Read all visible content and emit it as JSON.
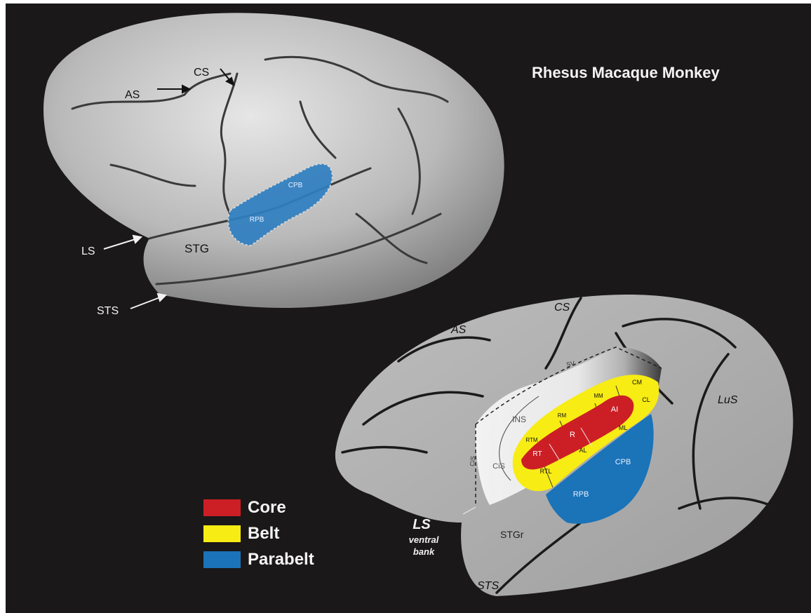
{
  "title": "Rhesus Macaque Monkey",
  "colors": {
    "core": "#cc1f25",
    "belt": "#f7ec13",
    "parabelt": "#1b73b8",
    "background": "#1a1818",
    "surface": "#c9c9c9"
  },
  "legend": [
    {
      "label": "Core",
      "color": "#cc1f25"
    },
    {
      "label": "Belt",
      "color": "#f7ec13"
    },
    {
      "label": "Parabelt",
      "color": "#1b73b8"
    }
  ],
  "photo_labels": {
    "as": "AS",
    "cs": "CS",
    "ls": "LS",
    "sts": "STS",
    "stg": "STG",
    "cpb": "CPB",
    "rpb": "RPB"
  },
  "schematic_labels": {
    "cs": "CS",
    "as": "AS",
    "lus": "LuS",
    "sts": "STS",
    "stgr": "STGr",
    "ls": "LS",
    "ventral": "ventral",
    "bank": "bank",
    "ins": "INS",
    "cis": "CiS",
    "cis_vertical": "CiS",
    "sv": "SV",
    "ai": "AI",
    "r": "R",
    "rt": "RT",
    "cm": "CM",
    "cl": "CL",
    "ml": "ML",
    "al": "AL",
    "rtl": "RTL",
    "rtm": "RTM",
    "rm": "RM",
    "mm": "MM",
    "cpb": "CPB",
    "rpb": "RPB"
  }
}
